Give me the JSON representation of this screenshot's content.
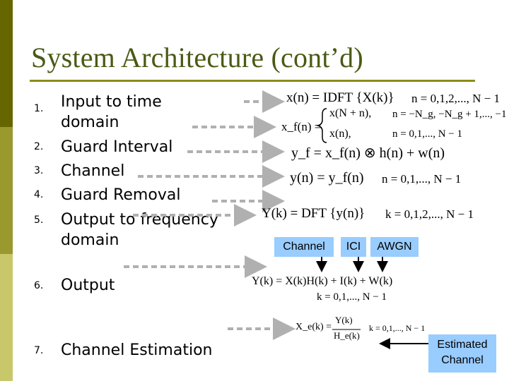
{
  "slide": {
    "title": "System Architecture (cont’d)"
  },
  "list": [
    {
      "num": "1.",
      "line1": "Input to time",
      "line2": "domain"
    },
    {
      "num": "2.",
      "line1": "Guard Interval"
    },
    {
      "num": "3.",
      "line1": "Channel"
    },
    {
      "num": "4.",
      "line1": "Guard Removal"
    },
    {
      "num": "5.",
      "line1": "Output to frequency",
      "line2": "domain"
    },
    {
      "num": "6.",
      "line1": "Output"
    },
    {
      "num": "7.",
      "line1": "Channel Estimation"
    }
  ],
  "equations": {
    "eq1_lhs": "x(n) = IDFT {X(k)}",
    "eq1_rng": "n = 0,1,2,..., N − 1",
    "eq2_lhs": "x_f(n) =",
    "eq2_a": "x(N + n),",
    "eq2_a_rng": "n = −N_g, −N_g + 1,..., −1",
    "eq2_b": "x(n),",
    "eq2_b_rng": "n = 0,1,..., N − 1",
    "eq3": "y_f = x_f(n) ⊗ h(n) + w(n)",
    "eq4": "y(n) = y_f(n)",
    "eq4_rng": "n = 0,1,..., N − 1",
    "eq5": "Y(k) = DFT {y(n)}",
    "eq5_rng": "k = 0,1,2,..., N − 1",
    "eq6": "Y(k) = X(k)H(k) + I(k) + W(k)",
    "eq6_rng": "k = 0,1,..., N − 1",
    "eq7_lhs": "X_e(k) =",
    "eq7_num": "Y(k)",
    "eq7_den": "H_e(k)",
    "eq7_rng": "k = 0,1,..., N − 1"
  },
  "labels": {
    "channel": "Channel",
    "ici": "ICI",
    "awgn": "AWGN",
    "estimated_line1": "Estimated",
    "estimated_line2": "Channel"
  },
  "colors": {
    "label_box": "#99ccff",
    "arrow": "#b0b0b0",
    "title": "#4a5a14"
  }
}
